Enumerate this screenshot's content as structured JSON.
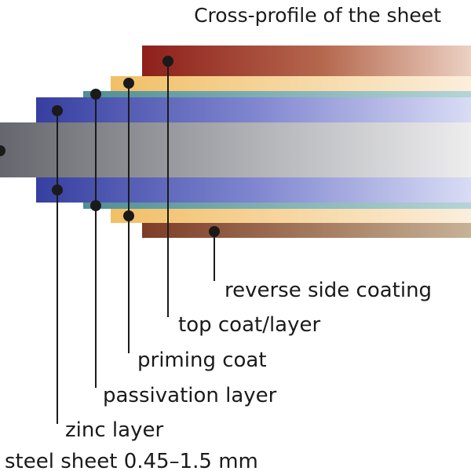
{
  "diagram": {
    "title": "Cross-profile of the sheet",
    "labels": {
      "reverse_side_coating": "reverse side coating",
      "top_coat": "top coat/layer",
      "priming_coat": "priming coat",
      "passivation_layer": "passivation layer",
      "zinc_layer": "zinc layer",
      "steel_sheet": "steel sheet 0.45–1.5 mm"
    },
    "colors": {
      "top_coat": "#8e1f1b",
      "priming": "#f2c36e",
      "passivation": "#5f9ea0",
      "zinc": "#3f46a8",
      "steel": "#6e6f76",
      "reverse": "#8b4a32",
      "dot": "#1a1a1a"
    }
  }
}
